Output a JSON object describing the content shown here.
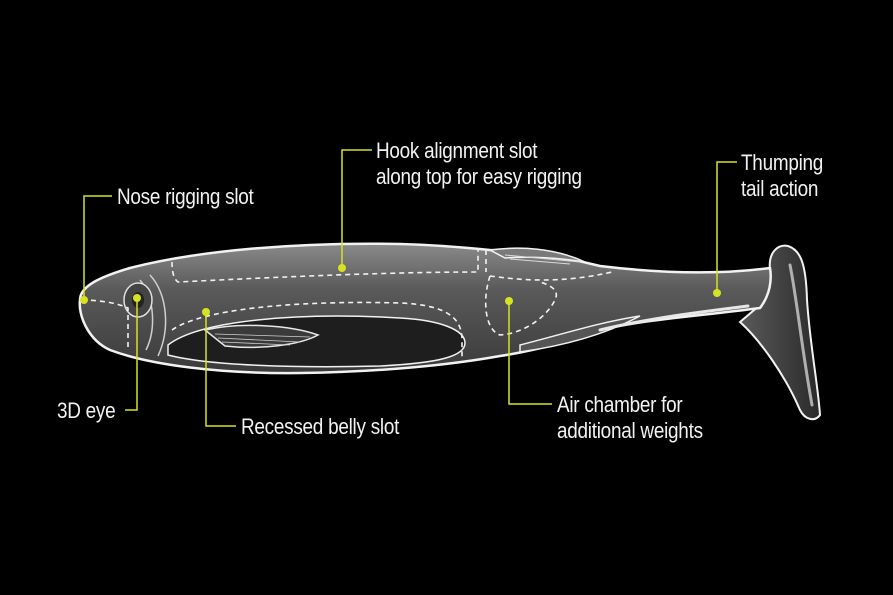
{
  "colors": {
    "background": "#000000",
    "outline": "#f2f2f2",
    "callout": "#d7e224",
    "body_fill": "#6a6a6a",
    "label_text": "#f2f2f2"
  },
  "labels": {
    "hook_slot": {
      "line1": "Hook alignment slot",
      "line2": "along top for easy rigging"
    },
    "nose_slot": {
      "line1": "Nose rigging slot"
    },
    "tail": {
      "line1": "Thumping",
      "line2": "tail action"
    },
    "eye": {
      "line1": "3D eye"
    },
    "belly_slot": {
      "line1": "Recessed belly slot"
    },
    "air_chamber": {
      "line1": "Air chamber for",
      "line2": "additional weights"
    }
  }
}
